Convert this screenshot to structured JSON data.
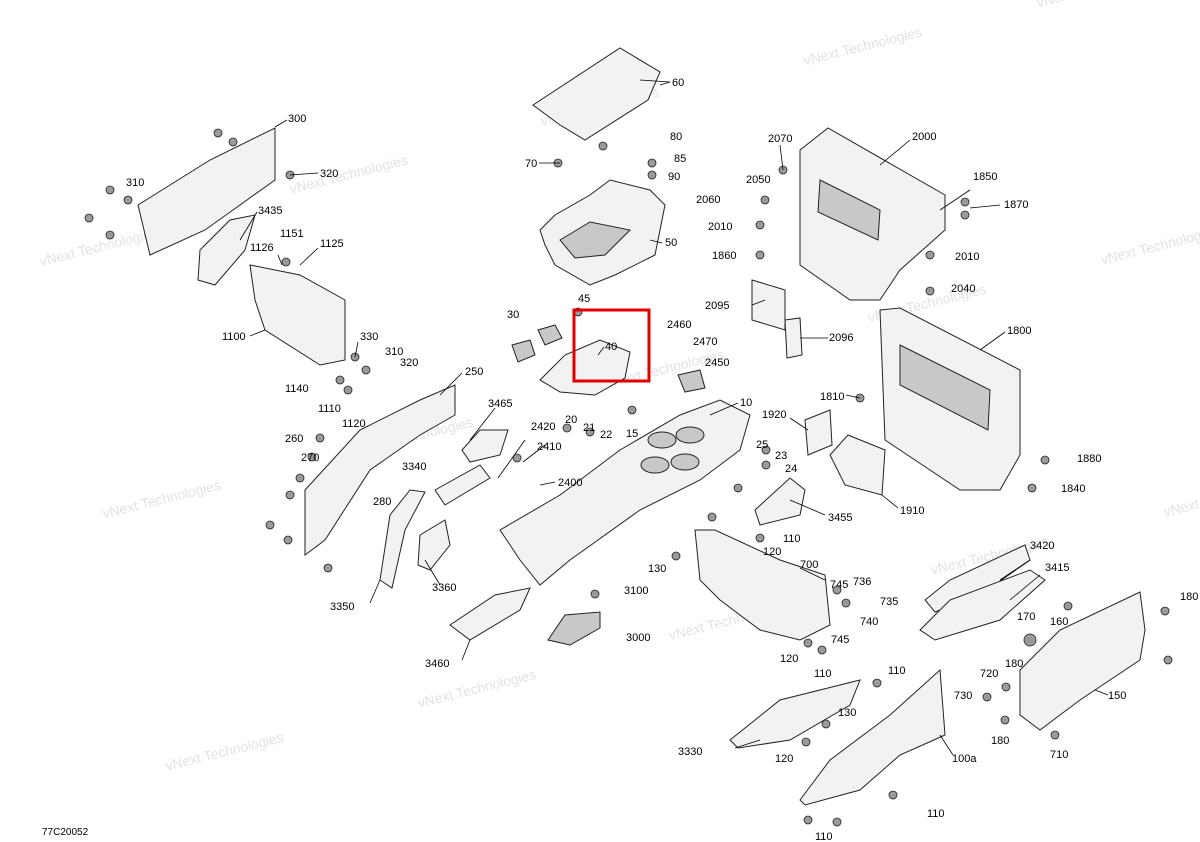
{
  "diagram_code": "77C20052",
  "watermark": {
    "line1": "vNext Technologies",
    "line2": "vNext Technologies"
  },
  "highlight": {
    "color": "#e00000",
    "label": "40"
  },
  "callouts": [
    "300",
    "310",
    "320",
    "3435",
    "1126",
    "1151",
    "1125",
    "1100",
    "330",
    "310",
    "320",
    "1140",
    "1110",
    "1120",
    "250",
    "260",
    "270",
    "3340",
    "280",
    "3350",
    "3360",
    "3460",
    "3465",
    "20",
    "21",
    "22",
    "15",
    "2420",
    "2410",
    "2400",
    "10",
    "25",
    "23",
    "24",
    "30",
    "45",
    "40",
    "2460",
    "2470",
    "2450",
    "60",
    "70",
    "80",
    "85",
    "90",
    "50",
    "2070",
    "2000",
    "2050",
    "2060",
    "2010",
    "1860",
    "2010",
    "2040",
    "1850",
    "1870",
    "2095",
    "2096",
    "1800",
    "1810",
    "1920",
    "1880",
    "1840",
    "1910",
    "3455",
    "110",
    "120",
    "130",
    "700",
    "3100",
    "3000",
    "745",
    "736",
    "735",
    "740",
    "745",
    "120",
    "110",
    "3420",
    "3415",
    "170",
    "160",
    "180",
    "180",
    "720",
    "730",
    "180",
    "710",
    "150",
    "110",
    "130",
    "120",
    "3330",
    "100a",
    "110",
    "110"
  ]
}
